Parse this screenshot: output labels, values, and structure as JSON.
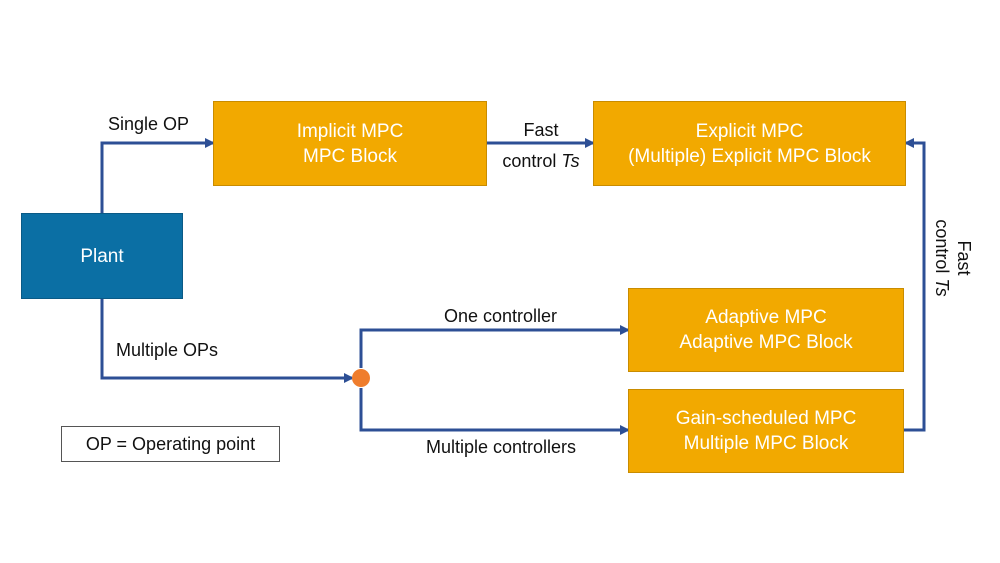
{
  "colors": {
    "connector": "#2d4f95",
    "mpc_box": "#f2a900",
    "plant_box": "#0b6fa4",
    "junction": "#ef7d2d"
  },
  "plant": {
    "label": "Plant"
  },
  "boxes": {
    "implicit": {
      "line1": "Implicit MPC",
      "line2": "MPC Block"
    },
    "explicit": {
      "line1": "Explicit MPC",
      "line2": "(Multiple) Explicit MPC Block"
    },
    "adaptive": {
      "line1": "Adaptive MPC",
      "line2": "Adaptive MPC Block"
    },
    "gain": {
      "line1": "Gain-scheduled MPC",
      "line2": "Multiple MPC Block"
    }
  },
  "edges": {
    "single_op": "Single OP",
    "multiple_ops": "Multiple OPs",
    "fast_top_line1": "Fast",
    "fast_top_line2_prefix": "control ",
    "fast_top_line2_var": "Ts",
    "one_controller": "One controller",
    "multiple_controllers": "Multiple controllers",
    "fast_right_line1": "Fast",
    "fast_right_line2_prefix": "control ",
    "fast_right_line2_var": "Ts"
  },
  "legend": {
    "text": "OP = Operating point"
  }
}
